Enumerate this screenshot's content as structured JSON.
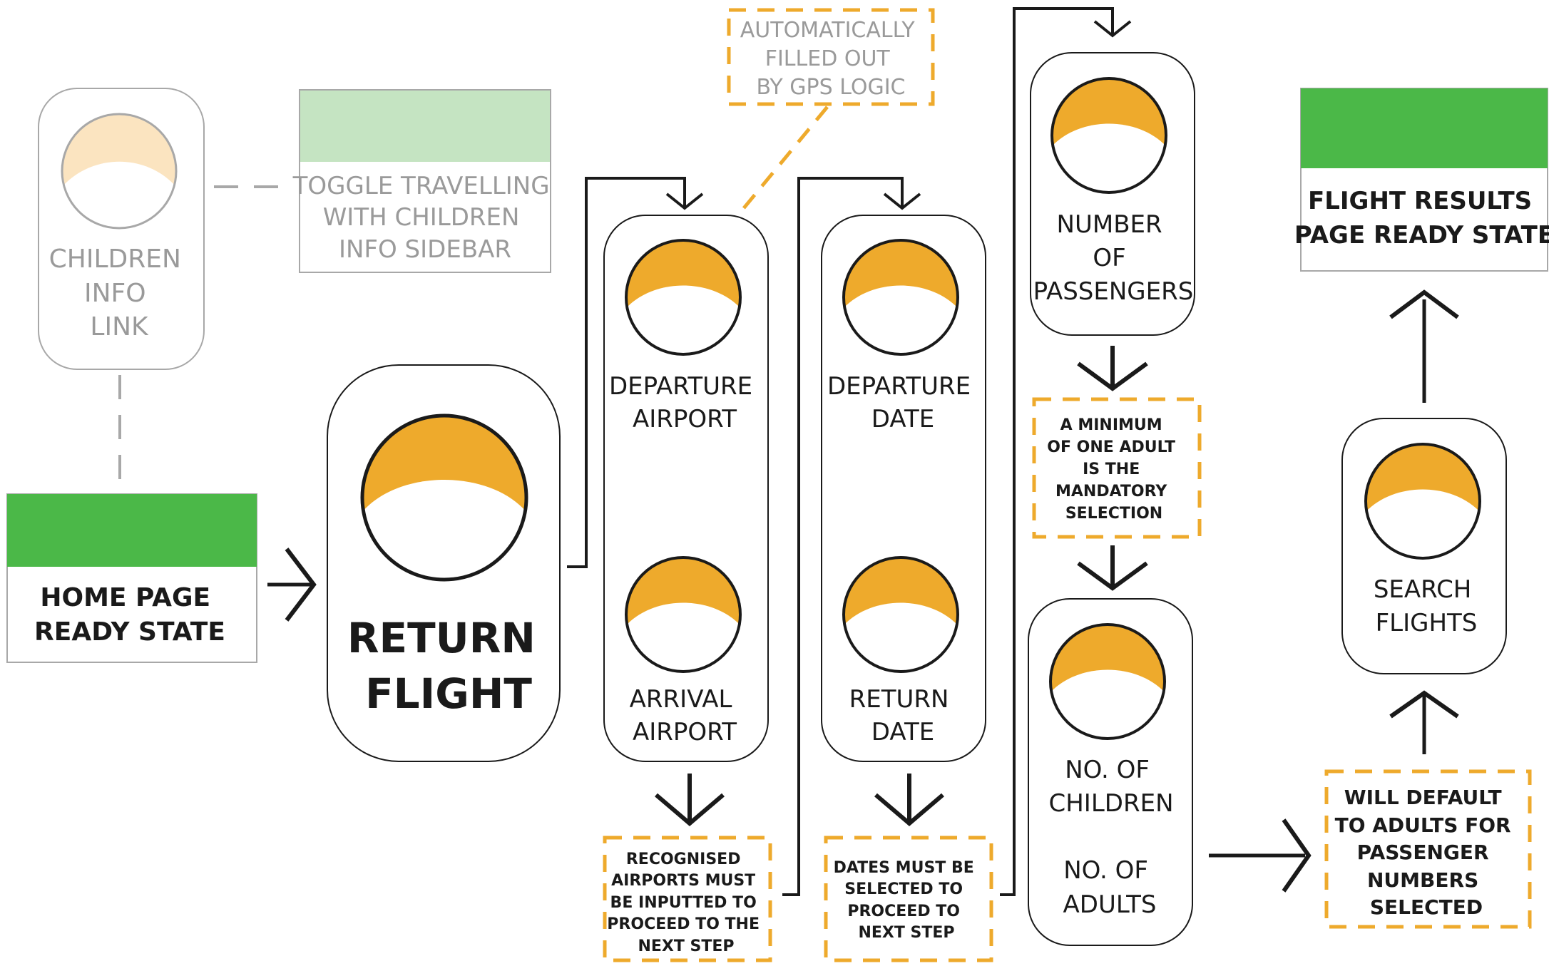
{
  "colors": {
    "green": "#4bb848",
    "light_green": "#c5e4c2",
    "orange": "#eeaa2c",
    "light_orange": "#fbe4c0",
    "dark": "#1a1a1a",
    "gray": "#9a9a9a"
  },
  "children_info_link": {
    "label_lines": [
      "CHILDREN",
      "INFO",
      "LINK"
    ]
  },
  "toggle_sidebar": {
    "label_lines": [
      "TOGGLE TRAVELLING",
      "WITH CHILDREN",
      "INFO SIDEBAR"
    ]
  },
  "home_page": {
    "label_lines": [
      "HOME PAGE",
      "READY STATE"
    ]
  },
  "return_flight": {
    "label_lines": [
      "RETURN",
      "FLIGHT"
    ]
  },
  "departure_airport": {
    "label_lines": [
      "DEPARTURE",
      "AIRPORT"
    ]
  },
  "arrival_airport": {
    "label_lines": [
      "ARRIVAL",
      "AIRPORT"
    ]
  },
  "gps_note": {
    "label_lines": [
      "AUTOMATICALLY",
      "FILLED OUT",
      "BY GPS LOGIC"
    ]
  },
  "airports_note": {
    "label_lines": [
      "RECOGNISED",
      "AIRPORTS MUST",
      "BE INPUTTED TO",
      "PROCEED TO THE",
      "NEXT STEP"
    ]
  },
  "departure_date": {
    "label_lines": [
      "DEPARTURE",
      "DATE"
    ]
  },
  "return_date": {
    "label_lines": [
      "RETURN",
      "DATE"
    ]
  },
  "dates_note": {
    "label_lines": [
      "DATES MUST BE",
      "SELECTED TO",
      "PROCEED TO",
      "NEXT STEP"
    ]
  },
  "number_passengers": {
    "label_lines": [
      "NUMBER",
      "OF",
      "PASSENGERS"
    ]
  },
  "adult_note": {
    "label_lines": [
      "A MINIMUM",
      "OF ONE ADULT",
      "IS THE",
      "MANDATORY",
      "SELECTION"
    ]
  },
  "no_children": {
    "label_lines": [
      "NO. OF",
      "CHILDREN"
    ]
  },
  "no_adults": {
    "label_lines": [
      "NO. OF",
      "ADULTS"
    ]
  },
  "default_note": {
    "label_lines": [
      "WILL DEFAULT",
      "TO ADULTS FOR",
      "PASSENGER",
      "NUMBERS",
      "SELECTED"
    ]
  },
  "search_flights": {
    "label_lines": [
      "SEARCH",
      "FLIGHTS"
    ]
  },
  "flight_results": {
    "label_lines": [
      "FLIGHT RESULTS",
      "PAGE READY STATE"
    ]
  }
}
